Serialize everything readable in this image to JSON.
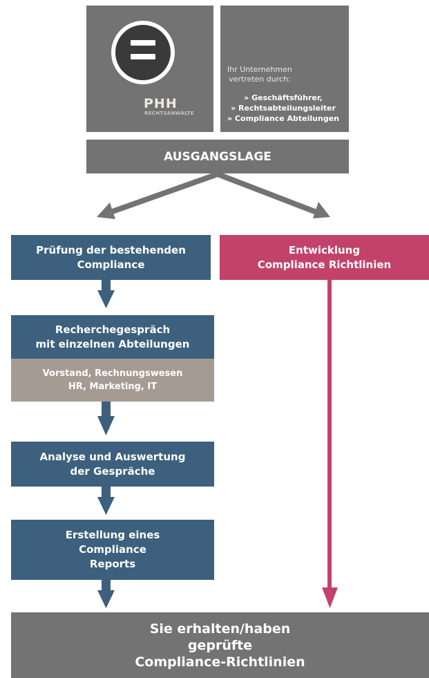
{
  "logo": {
    "name": "PHH",
    "subtitle": "RECHTSANWÄLTE"
  },
  "info": {
    "intro_line1": "Ihr Unternehmen",
    "intro_line2": "vertreten durch:",
    "items": [
      "» Geschäftsführer,",
      "» Rechtsabteilungsleiter",
      "» Compliance Abteilungen"
    ]
  },
  "start": {
    "label": "AUSGANGSLAGE"
  },
  "left_flow": {
    "pruefung": [
      "Prüfung der bestehenden",
      "Compliance"
    ],
    "recherche": [
      "Recherchegespräch",
      "mit einzelnen Abteilungen"
    ],
    "vorstand": [
      "Vorstand, Rechnungswesen",
      "HR, Marketing, IT"
    ],
    "analyse": [
      "Analyse und Auswertung",
      "der Gespräche"
    ],
    "erstellung": [
      "Erstellung eines",
      "Compliance",
      "Reports"
    ]
  },
  "right_flow": {
    "entwicklung": [
      "Entwicklung",
      "Compliance Richtlinien"
    ]
  },
  "result": [
    "Sie erhalten/haben",
    "geprüfte",
    "Compliance-Richtlinien"
  ],
  "colors": {
    "gray": "#737373",
    "blue": "#3c607d",
    "pink": "#c3426a",
    "tan": "#a59b93"
  }
}
